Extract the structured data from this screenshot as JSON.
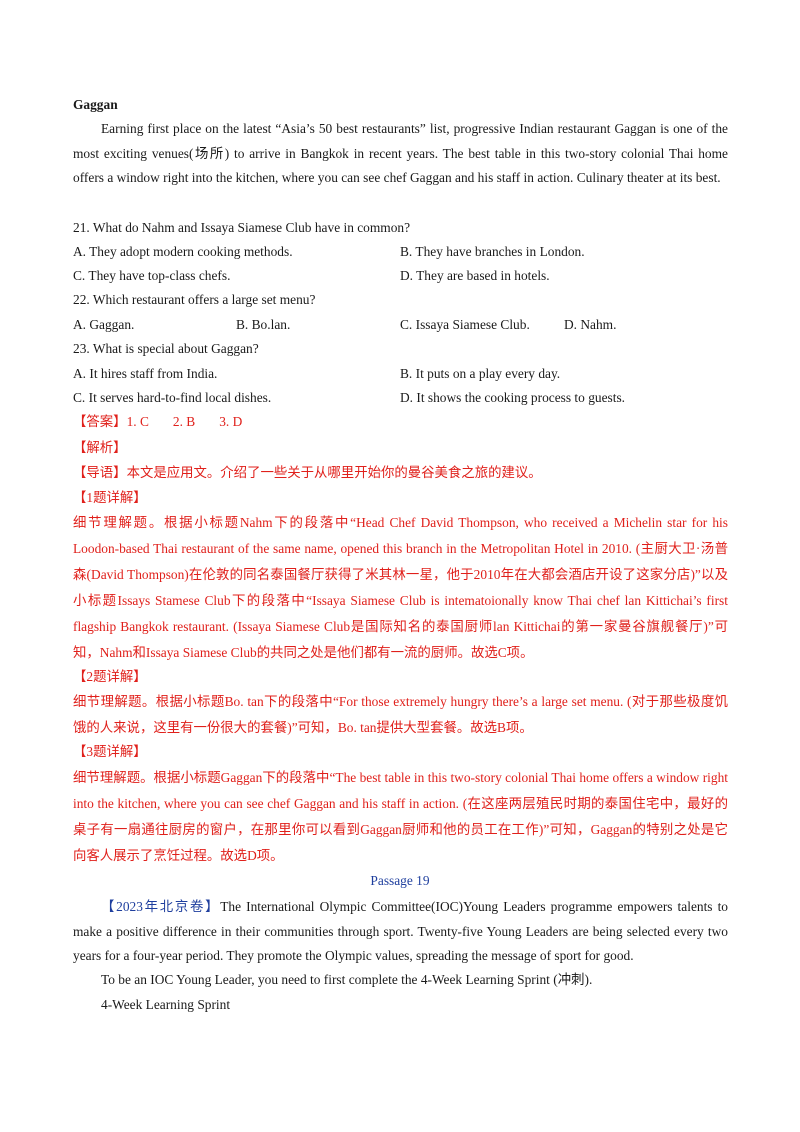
{
  "section_title": "Gaggan",
  "gaggan_paragraph": "Earning first place on the latest “Asia’s 50 best restaurants” list, progressive Indian restaurant Gaggan is one of the most exciting venues(场所) to arrive in Bangkok in recent years. The best table in this two-story colonial Thai home offers a window right into the kitchen, where you can see chef Gaggan and his staff in action. Culinary theater at its best.",
  "questions": [
    {
      "stem": "21.  What do Nahm and Issaya Siamese Club have in common?",
      "options": [
        "A.  They adopt modern cooking methods.",
        "B.  They have branches in London.",
        "C.  They have top-class chefs.",
        "D.  They are based in hotels."
      ]
    },
    {
      "stem": "22.  Which restaurant offers a large set menu?",
      "options": [
        "A.  Gaggan.",
        "B.  Bo.lan.",
        "C.  Issaya Siamese Club.",
        "D.  Nahm."
      ]
    },
    {
      "stem": "23.  What is special about Gaggan?",
      "options": [
        "A.  It hires staff from India.",
        "B.  It puts on a play every day.",
        "C.  It serves hard-to-find local dishes.",
        "D.  It shows the cooking process to guests."
      ]
    }
  ],
  "answer": {
    "label": "【答案】",
    "values": [
      "1. C",
      "2. B",
      "3. D"
    ]
  },
  "analysis_label": "【解析】",
  "guide": {
    "label": "【导语】",
    "text": "本文是应用文。介绍了一些关于从哪里开始你的曼谷美食之旅的建议。"
  },
  "details": [
    {
      "label": "【1题详解】",
      "text": "细节理解题。根据小标题Nahm下的段落中“Head Chef David Thompson, who received a Michelin star for his Loodon-based Thai restaurant of the same name, opened this branch in the Metropolitan Hotel in 2010. (主厨大卫·汤普森(David Thompson)在伦敦的同名泰国餐厅获得了米其林一星，他于2010年在大都会酒店开设了这家分店)”以及小标题Issays Stamese Club下的段落中“Issaya Siamese Club is intematoionally know Thai chef lan Kittichai’s first flagship Bangkok restaurant. (Issaya Siamese Club是国际知名的泰国厨师lan Kittichai的第一家曼谷旗舰餐厅)”可知，Nahm和Issaya Siamese Club的共同之处是他们都有一流的厨师。故选C项。"
    },
    {
      "label": "【2题详解】",
      "text": "细节理解题。根据小标题Bo. tan下的段落中“For those extremely hungry there’s a large set menu. (对于那些极度饥饿的人来说，这里有一份很大的套餐)”可知，Bo. tan提供大型套餐。故选B项。"
    },
    {
      "label": "【3题详解】",
      "text": "细节理解题。根据小标题Gaggan下的段落中“The best table in this two-story colonial Thai home offers a window right into the kitchen, where you can see chef Gaggan and his staff in action. (在这座两层殖民时期的泰国住宅中，最好的桌子有一扇通往厨房的窗户，在那里你可以看到Gaggan厨师和他的员工在工作)”可知，Gaggan的特别之处是它向客人展示了烹饪过程。故选D项。"
    }
  ],
  "passage_title": "Passage  19",
  "passage": {
    "source_tag": "【2023年北京卷】",
    "para1": "The International Olympic Committee(IOC)Young Leaders programme empowers talents to make a positive difference in their communities through sport. Twenty-five Young Leaders are being selected every two years for a four-year period. They promote the Olympic values, spreading the message of sport for good.",
    "para2": "To be an IOC Young Leader, you need to first complete the 4-Week Learning Sprint (冲刺).",
    "para3": "4-Week Learning Sprint"
  },
  "colors": {
    "text": "#1a1a1a",
    "analysis_red": "#e0201b",
    "passage_blue": "#1f3f9e"
  }
}
